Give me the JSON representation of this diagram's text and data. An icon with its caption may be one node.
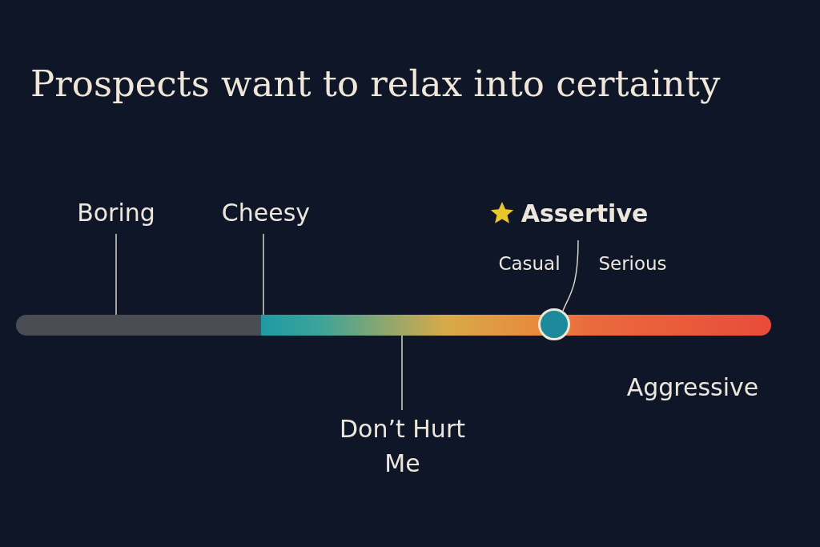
{
  "diagram": {
    "title": "Prospects want to relax into certainty",
    "nodes": [
      {
        "text": [
          "Boring"
        ]
      },
      {
        "text": [
          "Cheesy"
        ]
      },
      {
        "text": [
          "Assertive"
        ]
      },
      {
        "text": [],
        "shape": "bar"
      },
      {
        "text": [],
        "shape": "circle"
      },
      {
        "text": [
          "Don’t Hurt Me"
        ]
      }
    ],
    "edges": [
      {
        "from": 0,
        "to": 3,
        "arrow": "none"
      },
      {
        "from": 1,
        "to": 3,
        "arrow": "none"
      },
      {
        "from": 2,
        "to": 4,
        "arrow": "none"
      },
      {
        "from": 5,
        "to": 3,
        "arrow": "none"
      }
    ],
    "labels": [
      "Casual",
      "Serious",
      "Aggressive"
    ]
  }
}
